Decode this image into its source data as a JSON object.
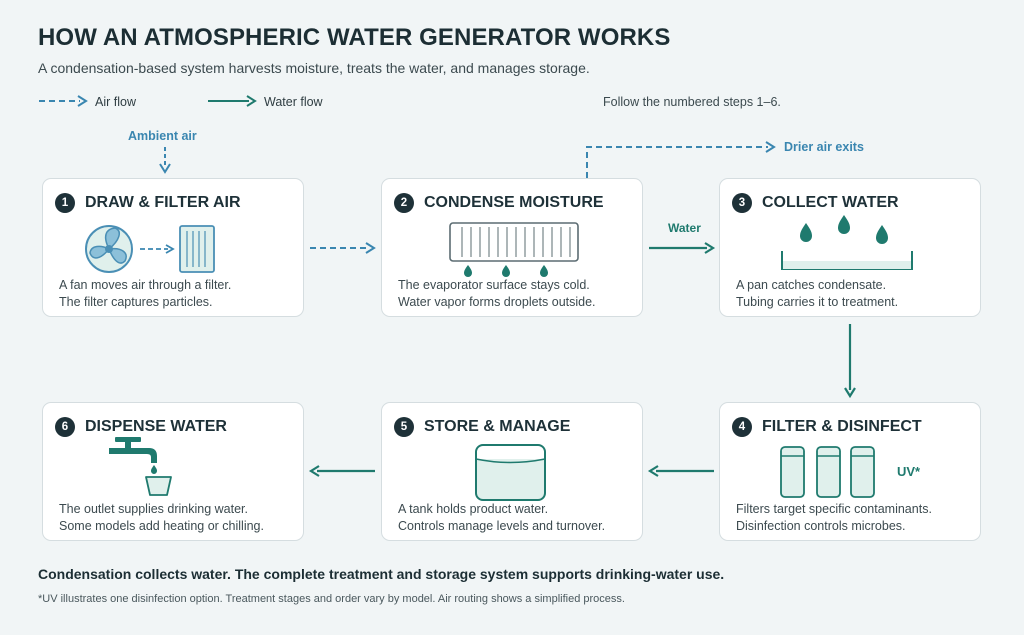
{
  "header": {
    "title": "HOW AN ATMOSPHERIC WATER GENERATOR WORKS",
    "subtitle": "A condensation-based system harvests moisture, treats the water, and manages storage."
  },
  "legend": {
    "air_flow": "Air flow",
    "water_flow": "Water flow",
    "instruction": "Follow the numbered steps 1–6."
  },
  "flow_labels": {
    "ambient_air": "Ambient air",
    "drier_air_exits": "Drier air exits",
    "water": "Water"
  },
  "steps": [
    {
      "num": "1",
      "title": "DRAW & FILTER AIR",
      "lines": [
        "A fan moves air through a filter.",
        "The filter captures particles."
      ]
    },
    {
      "num": "2",
      "title": "CONDENSE MOISTURE",
      "lines": [
        "The evaporator surface stays cold.",
        "Water vapor forms droplets outside."
      ]
    },
    {
      "num": "3",
      "title": "COLLECT WATER",
      "lines": [
        "A pan catches condensate.",
        "Tubing carries it to treatment."
      ]
    },
    {
      "num": "4",
      "title": "FILTER & DISINFECT",
      "lines": [
        "Filters target specific contaminants.",
        "Disinfection controls microbes."
      ],
      "uv_label": "UV*"
    },
    {
      "num": "5",
      "title": "STORE & MANAGE",
      "lines": [
        "A tank holds product water.",
        "Controls manage levels and turnover."
      ]
    },
    {
      "num": "6",
      "title": "DISPENSE WATER",
      "lines": [
        "The outlet supplies drinking water.",
        "Some models add heating or chilling."
      ]
    }
  ],
  "footer": {
    "statement": "Condensation collects water. The complete treatment and storage system supports drinking-water use.",
    "footnote": "*UV illustrates one disinfection option. Treatment stages and order vary by model. Air routing shows a simplified process."
  },
  "colors": {
    "air": "#3a86b0",
    "water": "#1f7a6e",
    "illustration_fill": "#e0f0ec",
    "card_bg": "#ffffff",
    "page_bg": "#f1f5f6",
    "badge": "#1e3138"
  }
}
